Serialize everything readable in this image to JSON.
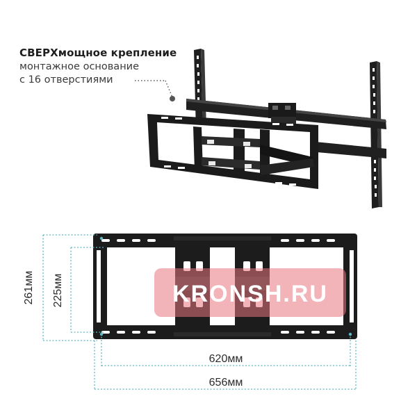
{
  "callout": {
    "title": "СВЕРХмощное крепление",
    "line1": "монтажное основание",
    "line2": "с 16 отверстиями"
  },
  "dimensions": {
    "outer_height": "261мм",
    "inner_height": "225мм",
    "inner_width": "620мм",
    "outer_width": "656мм"
  },
  "watermark": {
    "text": "KRONSH.RU"
  },
  "colors": {
    "metal": "#1c1c1c",
    "dimension_line": "#5fb7c4",
    "watermark": "#e8767e"
  }
}
